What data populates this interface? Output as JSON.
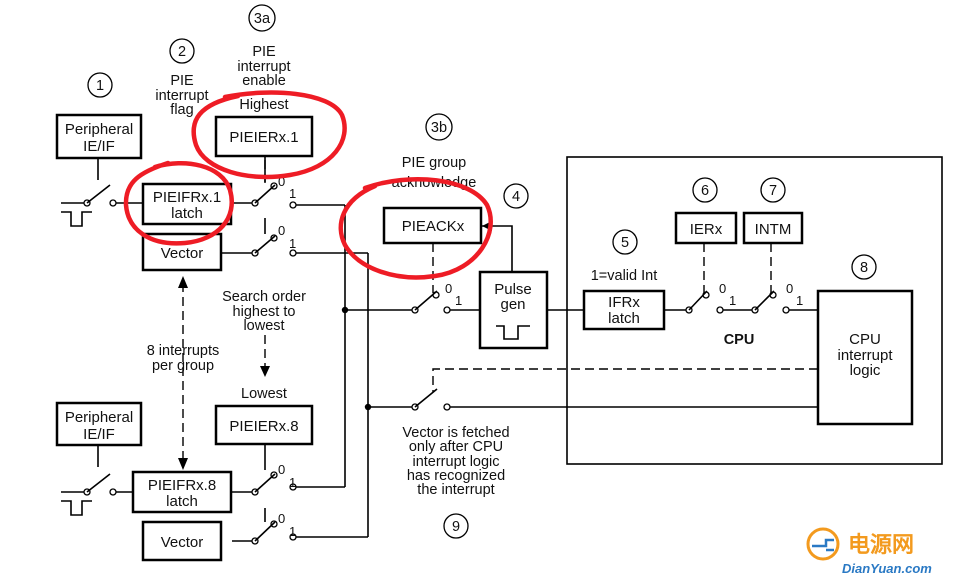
{
  "markers": [
    "1",
    "2",
    "3a",
    "3b",
    "4",
    "5",
    "6",
    "7",
    "8",
    "9"
  ],
  "boxes": {
    "peripheral_top": [
      "Peripheral",
      "IE/IF"
    ],
    "pieifr1": [
      "PIEIFRx.1",
      "latch"
    ],
    "vector_top": [
      "Vector"
    ],
    "pieier1": [
      "PIEIERx.1"
    ],
    "pieackx": [
      "PIEACKx"
    ],
    "pulse_gen": [
      "Pulse",
      "gen"
    ],
    "ifrx": [
      "IFRx",
      "latch"
    ],
    "ierx": [
      "IERx"
    ],
    "intm": [
      "INTM"
    ],
    "cpu_logic": [
      "CPU",
      "interrupt",
      "logic"
    ],
    "peripheral_bottom": [
      "Peripheral",
      "IE/IF"
    ],
    "pieifr8": [
      "PIEIFRx.8",
      "latch"
    ],
    "vector_bottom": [
      "Vector"
    ],
    "pieier8": [
      "PIEIERx.8"
    ]
  },
  "labels": {
    "pie_flag": [
      "PIE",
      "interrupt",
      "flag"
    ],
    "pie_enable": [
      "PIE",
      "interrupt",
      "enable"
    ],
    "highest": "Highest",
    "lowest": "Lowest",
    "pie_group_ack": [
      "PIE group",
      "acknowledge"
    ],
    "valid_int": "1=valid Int",
    "cpu": "CPU",
    "search_order": [
      "Search order",
      "highest to",
      "lowest"
    ],
    "interrupts_per_group": [
      "8 interrupts",
      "per group"
    ],
    "vector_fetch": [
      "Vector is fetched",
      "only after CPU",
      "interrupt logic",
      "has recognized",
      "the interrupt"
    ]
  },
  "switch_states": [
    "0",
    "1"
  ],
  "watermark": {
    "brand": "电源网",
    "site": "DianYuan.com"
  },
  "colors": {
    "annotation": "#ee1c25",
    "line": "#000000",
    "watermark_orange": "#f39a1e",
    "watermark_blue": "#2a79c4"
  }
}
